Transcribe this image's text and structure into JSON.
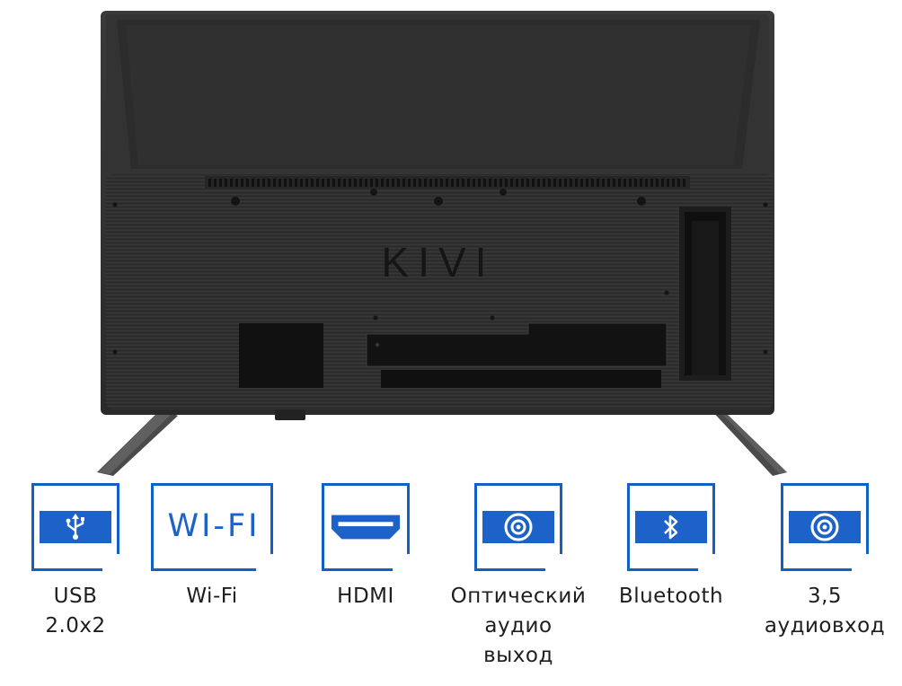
{
  "brand": {
    "logo_text": "KIVI"
  },
  "features": [
    {
      "icon": "usb-icon",
      "label_lines": [
        "USB",
        "2.0x2"
      ]
    },
    {
      "icon": "wifi-icon",
      "label_lines": [
        "Wi-Fi"
      ],
      "icon_text": "WI-FI"
    },
    {
      "icon": "hdmi-icon",
      "label_lines": [
        "HDMI"
      ]
    },
    {
      "icon": "optical-icon",
      "label_lines": [
        "Оптический",
        "аудио",
        "выход"
      ]
    },
    {
      "icon": "bluetooth-icon",
      "label_lines": [
        "Bluetooth"
      ]
    },
    {
      "icon": "audio-in-icon",
      "label_lines": [
        "3,5",
        "аудиовход"
      ]
    }
  ],
  "colors": {
    "accent": "#1c62c8",
    "tv_body": "#2f2f2f",
    "text": "#1e1e1e"
  }
}
